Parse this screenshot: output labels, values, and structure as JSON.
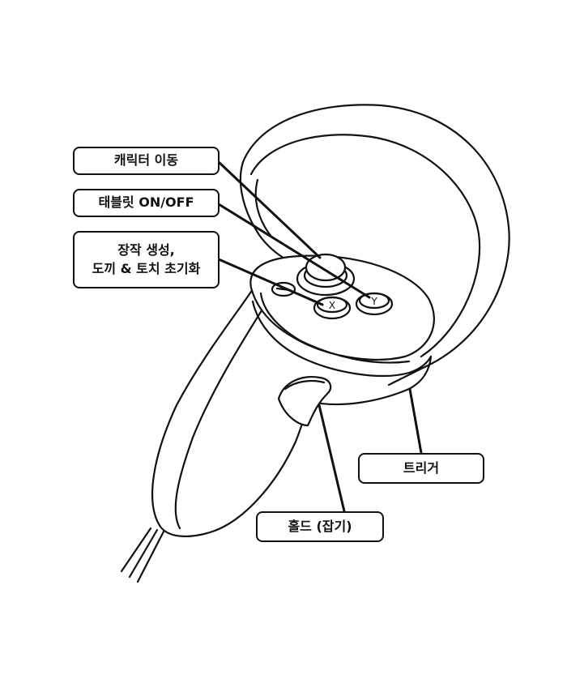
{
  "labels": {
    "character_move": "캐릭터 이동",
    "tablet_toggle": "태블릿 ON/OFF",
    "equip_line1": "장작 생성,",
    "equip_line2": "도끼 & 토치 초기화",
    "trigger": "트리거",
    "hold": "홀드 (잡기)"
  },
  "buttons": {
    "x_button": "X",
    "y_button": "Y"
  },
  "colors": {
    "line": "#111111",
    "background": "#ffffff"
  }
}
